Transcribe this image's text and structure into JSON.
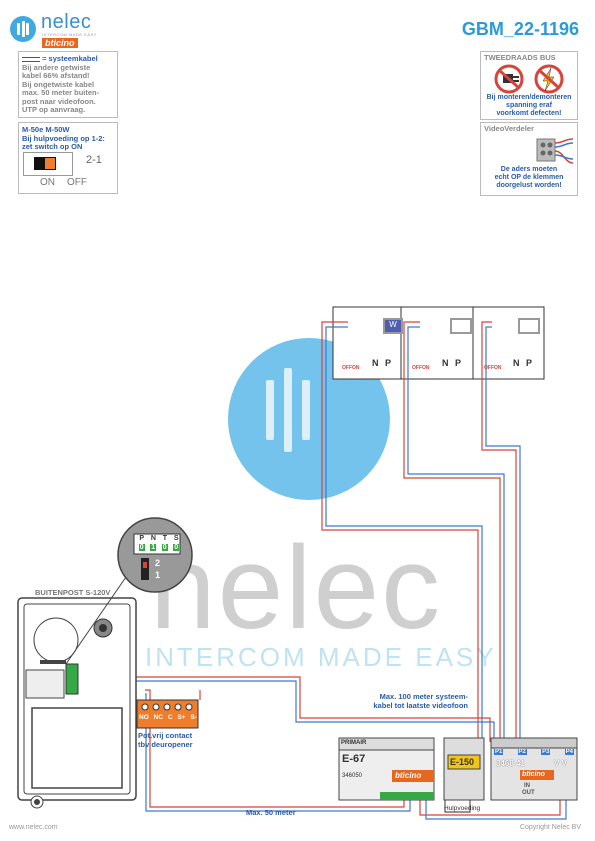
{
  "brand": {
    "name": "nelec",
    "tagline": "INTERCOM MADE EASY",
    "partner": "bticino"
  },
  "doc_id": "GBM_22-1196",
  "legend": {
    "cable_label": "= systeemkabel",
    "lines": [
      "Bij andere getwiste",
      "kabel 66% afstand!",
      "Bij ongetwiste kabel",
      "max. 50 meter buiten-",
      "post naar videofoon.",
      "UTP op aanvraag."
    ]
  },
  "power_note": {
    "lines": [
      "M-50e  M-50W",
      "Bij hulpvoeding op 1-2:",
      "zet switch op ON"
    ],
    "switch_id": "2-1",
    "on_label": "ON",
    "off_label": "OFF"
  },
  "bus_note": {
    "title": "TWEEDRAADS BUS",
    "lines": [
      "Bij monteren/demonteren",
      "spanning eraf",
      "voorkomt defecten!"
    ]
  },
  "vv_note": {
    "title": "VideoVerdeler",
    "lines": [
      "De aders moeten",
      "echt OP de klemmen",
      "doorgelust worden!"
    ]
  },
  "monitors": [
    {
      "screen_letter": "W",
      "off_label": "OFFON",
      "n_label": "N",
      "p_label": "P"
    },
    {
      "screen_letter": "",
      "off_label": "OFFON",
      "n_label": "N",
      "p_label": "P"
    },
    {
      "screen_letter": "",
      "off_label": "OFFON",
      "n_label": "N",
      "p_label": "P"
    }
  ],
  "outdoor": {
    "title": "BUITENPOST S-120V",
    "dip_labels": [
      "P",
      "N",
      "T",
      "S"
    ],
    "dip_values": [
      "0",
      "1",
      "0",
      "0"
    ],
    "switch_top": "2",
    "switch_bottom": "1"
  },
  "contact": {
    "terminals": [
      "NO",
      "NC",
      "C",
      "S+",
      "S-"
    ],
    "caption": [
      "Pot.vrij contact",
      "tbv deuropener"
    ]
  },
  "devices": {
    "e67": {
      "primary": "PRIMAIR",
      "name": "E-67",
      "code": "346050",
      "brand": "bticino"
    },
    "e150": {
      "name": "E-150",
      "caption": "Hulpvoeding"
    },
    "distributor": {
      "ports": [
        "P1",
        "P2",
        "P3",
        "P4"
      ],
      "code": "3468 41",
      "vv": "V V",
      "brand": "bticino",
      "in": "IN",
      "out": "OUT"
    }
  },
  "captions": {
    "max100": [
      "Max. 100 meter systeem-",
      "kabel tot laatste videofoon"
    ],
    "max50": "Max. 50 meter"
  },
  "footer": {
    "left": "www.nelec.com",
    "right": "Copyright Nelec BV"
  },
  "colors": {
    "accent_blue": "#2a9bd8",
    "wire_red": "#d9433a",
    "wire_blue": "#3b7ad0",
    "brand_orange": "#e8671e",
    "terminal_green": "#36a845",
    "contact_orange": "#f07d2c"
  }
}
